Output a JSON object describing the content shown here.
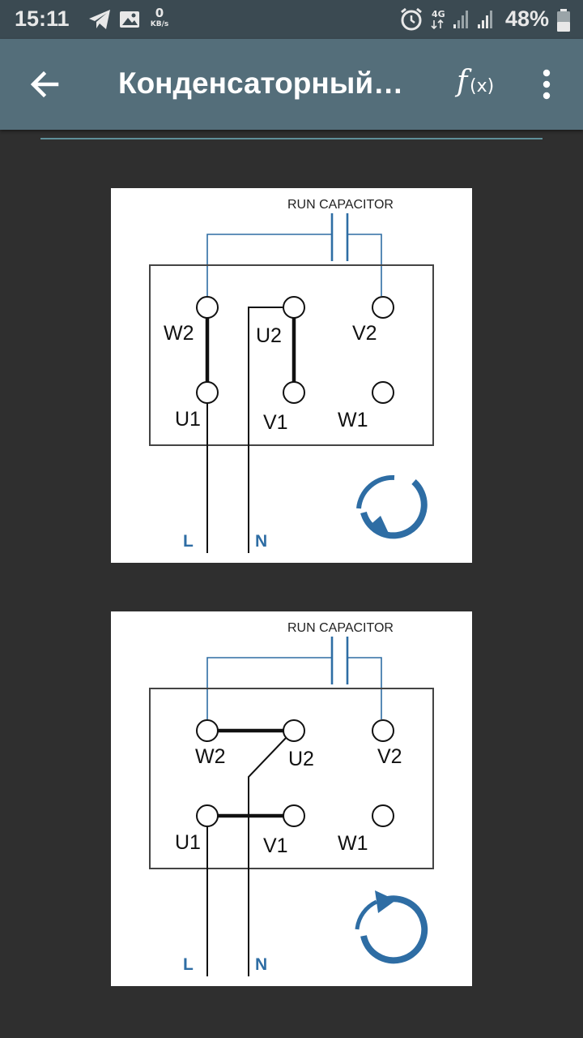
{
  "status_bar": {
    "time": "15:11",
    "left_icons": [
      "telegram-icon",
      "image-icon"
    ],
    "network_speed_value": "0",
    "network_speed_unit": "KB/s",
    "right_icons": [
      "alarm-icon",
      "4g-icon",
      "signal-icon",
      "signal-icon",
      "battery-icon"
    ],
    "network_type": "4G",
    "battery_percent": "48%"
  },
  "app_bar": {
    "back_icon": "arrow-back-icon",
    "title": "Конденсаторный…",
    "formula_button_f": "f",
    "formula_button_x": "(x)",
    "menu_icon": "more-vert-icon"
  },
  "diagrams": [
    {
      "capacitor_label": "RUN CAPACITOR",
      "terminals_top": [
        "W2",
        "U2",
        "V2"
      ],
      "terminals_bottom": [
        "U1",
        "V1",
        "W1"
      ],
      "line_labels": [
        "L",
        "N"
      ],
      "rotation": "counterclockwise"
    },
    {
      "capacitor_label": "RUN CAPACITOR",
      "terminals_top": [
        "W2",
        "U2",
        "V2"
      ],
      "terminals_bottom": [
        "U1",
        "V1",
        "W1"
      ],
      "line_labels": [
        "L",
        "N"
      ],
      "rotation": "clockwise"
    }
  ],
  "colors": {
    "status_bar_bg": "#3b4a52",
    "app_bar_bg": "#546e7a",
    "page_bg": "#2f2f2f",
    "wire_blue": "#2e6da4",
    "arrow_blue": "#2e6da4",
    "divider": "#5f8f99"
  }
}
